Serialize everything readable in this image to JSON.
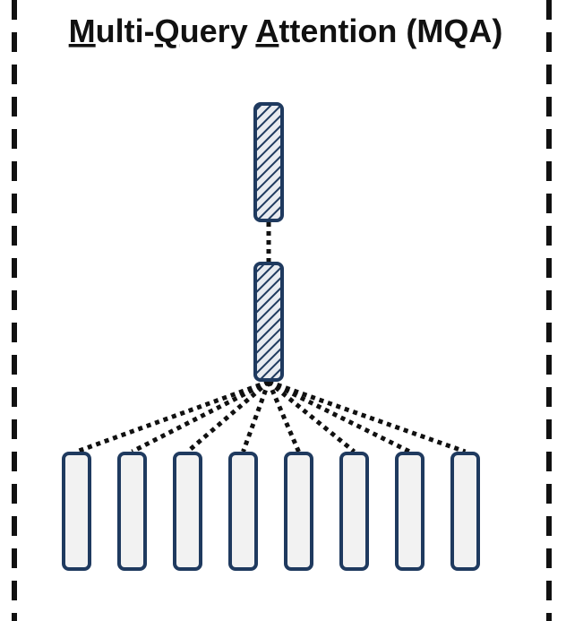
{
  "title": {
    "segments": [
      {
        "text": "M",
        "underline": true
      },
      {
        "text": "ulti-",
        "underline": false
      },
      {
        "text": "Q",
        "underline": true
      },
      {
        "text": "uery ",
        "underline": false
      },
      {
        "text": "A",
        "underline": true
      },
      {
        "text": "ttention (MQA)",
        "underline": false
      }
    ]
  },
  "diagram": {
    "shared_heads": 2,
    "query_heads": 8,
    "colors": {
      "stroke": "#1f3a5f",
      "shared_fill_bg": "#e8ebf0",
      "hatch": "#1f3a5f",
      "query_fill": "#f2f2f2",
      "connector": "#111111",
      "frame": "#111111"
    }
  }
}
